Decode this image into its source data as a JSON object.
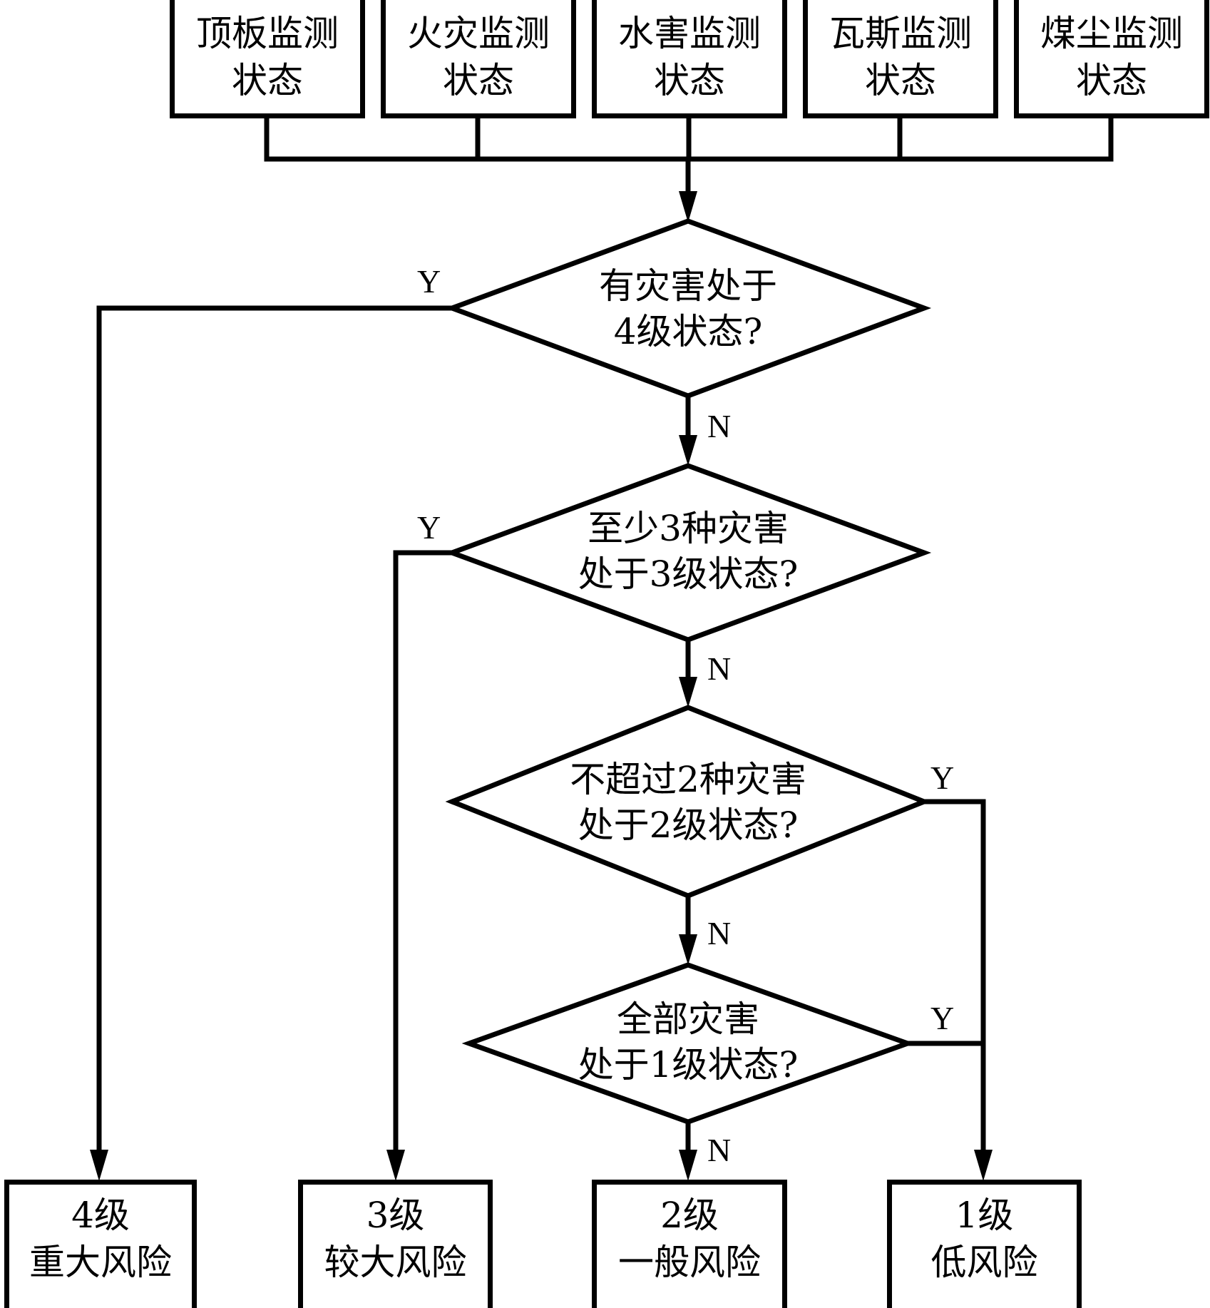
{
  "diagram": {
    "type": "flowchart",
    "inputs": [
      {
        "line1": "顶板监测",
        "line2": "状态"
      },
      {
        "line1": "火灾监测",
        "line2": "状态"
      },
      {
        "line1": "水害监测",
        "line2": "状态"
      },
      {
        "line1": "瓦斯监测",
        "line2": "状态"
      },
      {
        "line1": "煤尘监测",
        "line2": "状态"
      }
    ],
    "decisions": [
      {
        "line1": "有灾害处于",
        "line2": "4级状态?",
        "yes": "Y",
        "no": "N"
      },
      {
        "line1": "至少3种灾害",
        "line2": "处于3级状态?",
        "yes": "Y",
        "no": "N"
      },
      {
        "line1": "不超过2种灾害",
        "line2": "处于2级状态?",
        "yes": "Y",
        "no": "N"
      },
      {
        "line1": "全部灾害",
        "line2": "处于1级状态?",
        "yes": "Y",
        "no": "N"
      }
    ],
    "outcomes": [
      {
        "line1": "4级",
        "line2": "重大风险"
      },
      {
        "line1": "3级",
        "line2": "较大风险"
      },
      {
        "line1": "2级",
        "line2": "一般风险"
      },
      {
        "line1": "1级",
        "line2": "低风险"
      }
    ]
  }
}
